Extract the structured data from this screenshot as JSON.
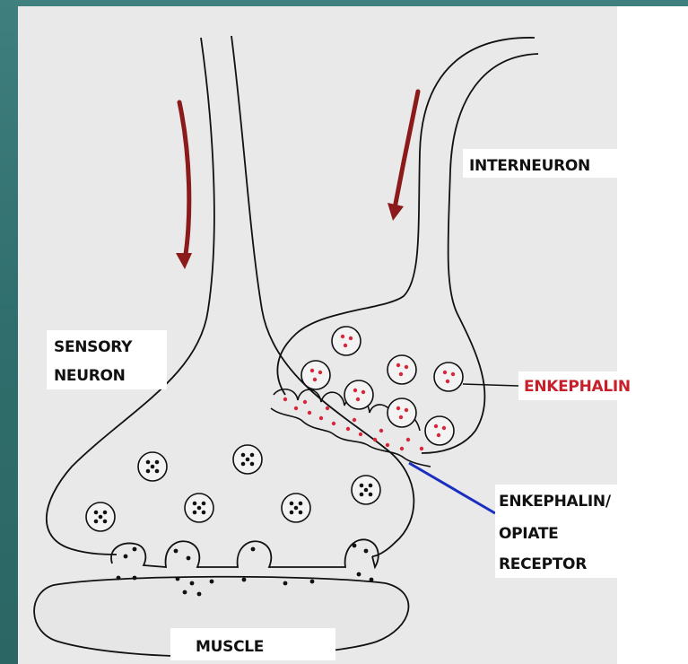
{
  "labels": {
    "interneuron": "INTERNEURON",
    "sensory_line1": "SENSORY",
    "sensory_line2": "NEURON",
    "enkephalin": "ENKEPHALIN",
    "receptor_line1": "ENKEPHALIN/",
    "receptor_line2": "OPIATE",
    "receptor_line3": "RECEPTOR",
    "muscle": "MUSCLE"
  },
  "colors": {
    "background": "#2f6e6c",
    "panel": "#e9e9e9",
    "outline": "#111111",
    "arrow": "#8b1a1a",
    "enkephalin_dot": "#d6283a",
    "receptor_pointer": "#1a2fc0"
  }
}
